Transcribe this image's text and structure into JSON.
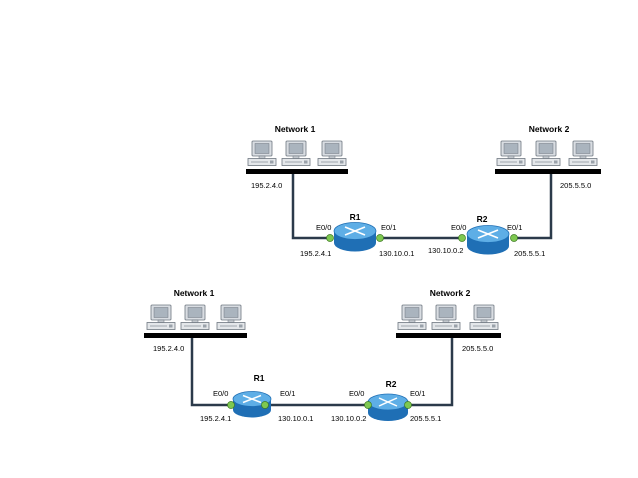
{
  "diagrams": [
    {
      "network1": {
        "title": "Network 1",
        "address": "195.2.4.0",
        "pc_icons": [
          "computer-icon",
          "computer-icon",
          "computer-icon"
        ]
      },
      "network2": {
        "title": "Network 2",
        "address": "205.5.5.0",
        "pc_icons": [
          "computer-icon",
          "computer-icon",
          "computer-icon"
        ]
      },
      "r1": {
        "name": "R1",
        "icon": "router-icon",
        "e0_label": "E0/0",
        "e0_ip": "195.2.4.1",
        "e1_label": "E0/1",
        "e1_ip": "130.10.0.1"
      },
      "r2": {
        "name": "R2",
        "icon": "router-icon",
        "e0_label": "E0/0",
        "e0_ip": "130.10.0.2",
        "e1_label": "E0/1",
        "e1_ip": "205.5.5.1"
      }
    },
    {
      "network1": {
        "title": "Network 1",
        "address": "195.2.4.0",
        "pc_icons": [
          "computer-icon",
          "computer-icon",
          "computer-icon"
        ]
      },
      "network2": {
        "title": "Network 2",
        "address": "205.5.5.0",
        "pc_icons": [
          "computer-icon",
          "computer-icon",
          "computer-icon"
        ]
      },
      "r1": {
        "name": "R1",
        "icon": "router-icon",
        "e0_label": "E0/0",
        "e0_ip": "195.2.4.1",
        "e1_label": "E0/1",
        "e1_ip": "130.10.0.1"
      },
      "r2": {
        "name": "R2",
        "icon": "router-icon",
        "e0_label": "E0/0",
        "e0_ip": "130.10.0.2",
        "e1_label": "E0/1",
        "e1_ip": "205.5.5.1"
      }
    }
  ],
  "colors": {
    "link": "#2b3a4a",
    "lan_bar": "#000000",
    "router_top": "#5eaee6",
    "router_side": "#1f6fb5",
    "port": "#7ec850",
    "pc_body": "#d9dde2",
    "pc_screen": "#aab4be"
  }
}
